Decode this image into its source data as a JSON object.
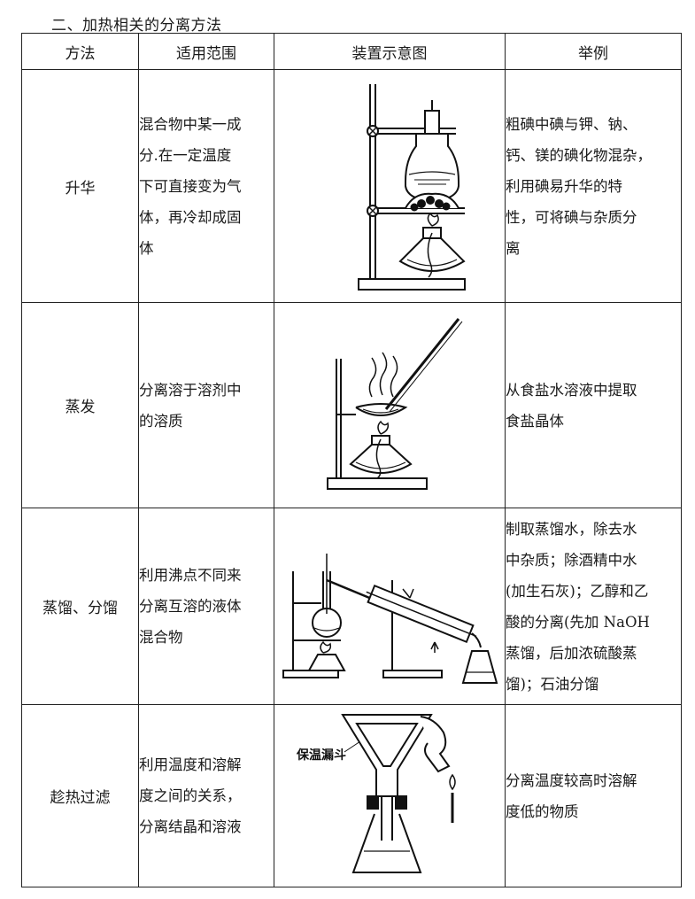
{
  "heading": "二、加热相关的分离方法",
  "columns": [
    "方法",
    "适用范围",
    "装置示意图",
    "举例"
  ],
  "rows": [
    {
      "method": "升华",
      "scope": "混合物中某一成\n分.在一定温度\n下可直接变为气\n体，再冷却成固\n体",
      "figure": "sublimation-apparatus",
      "example": "粗碘中碘与钾、钠、\n钙、镁的碘化物混杂，\n利用碘易升华的特\n性，可将碘与杂质分\n离"
    },
    {
      "method": "蒸发",
      "scope": "分离溶于溶剂中\n的溶质",
      "figure": "evaporation-apparatus",
      "example": "从食盐水溶液中提取\n食盐晶体"
    },
    {
      "method": "蒸馏、分馏",
      "scope": "利用沸点不同来\n分离互溶的液体\n混合物",
      "figure": "distillation-apparatus",
      "example": "制取蒸馏水，除去水\n中杂质；除酒精中水\n(加生石灰)；乙醇和乙\n酸的分离(先加 NaOH\n蒸馏，后加浓硫酸蒸\n馏)；石油分馏"
    },
    {
      "method": "趁热过滤",
      "scope": "利用温度和溶解\n度之间的关系，\n分离结晶和溶液",
      "figure": "hot-filtration-apparatus",
      "figure_label": "保温漏斗",
      "example": "分离温度较高时溶解\n度低的物质"
    }
  ]
}
